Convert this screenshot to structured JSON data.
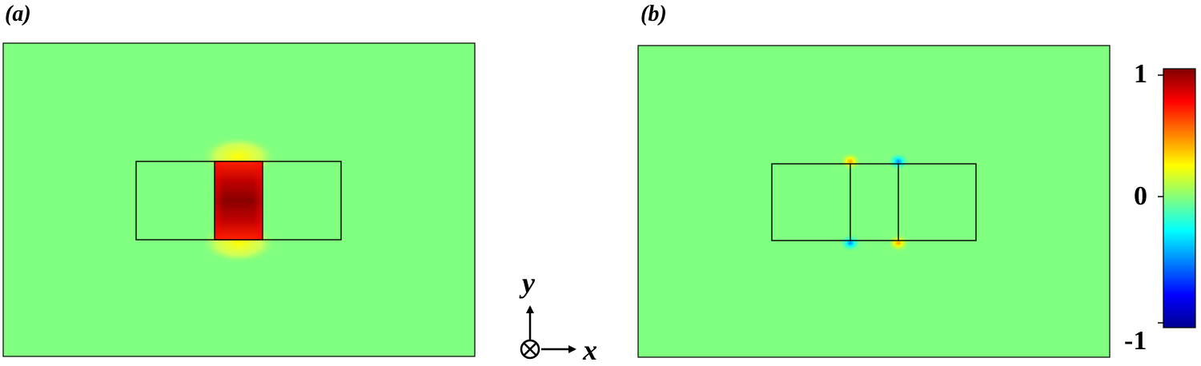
{
  "panels": [
    {
      "label": "(a)"
    },
    {
      "label": "(b)"
    }
  ],
  "colorbar": {
    "max_label": "1",
    "mid_label": "0",
    "min_label": "-1",
    "colormap": "jet",
    "colors": [
      "#00008f",
      "#0000ff",
      "#00ffff",
      "#80ff80",
      "#ffff00",
      "#ff0000",
      "#800000"
    ]
  },
  "axes": {
    "y_label": "y",
    "x_label": "x",
    "z_direction": "into-page"
  },
  "background_color": "#80ff80"
}
